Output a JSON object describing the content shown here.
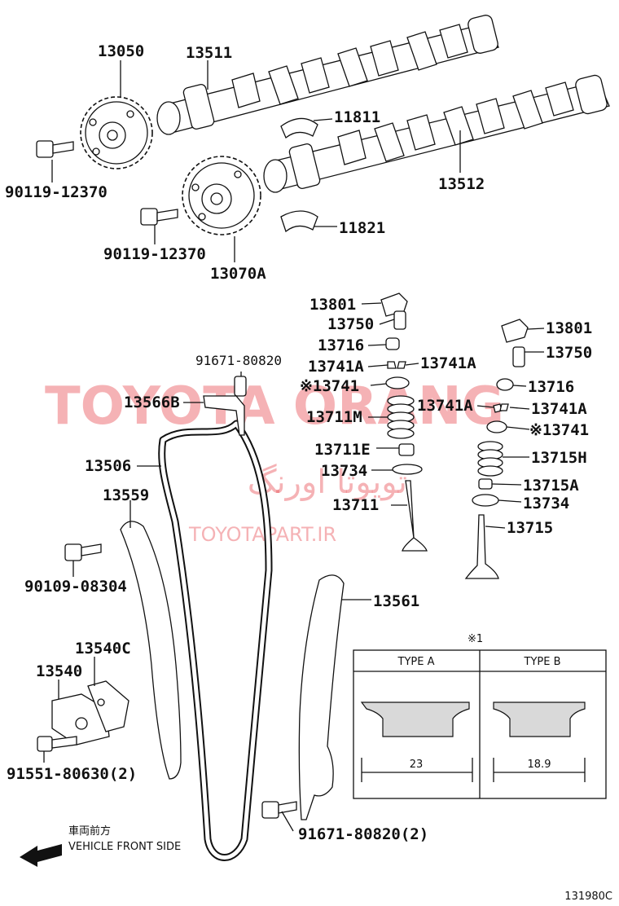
{
  "labels": {
    "p13050": "13050",
    "p13511": "13511",
    "p11811": "11811",
    "p90119a": "90119-12370",
    "p13512": "13512",
    "p90119b": "90119-12370",
    "p11821": "11821",
    "p13070a": "13070A",
    "p13801a": "13801",
    "p13750a": "13750",
    "p13716a": "13716",
    "p13741a1": "13741A",
    "p13741a2": "13741A",
    "p13741a": "※13741",
    "p13711m": "13711M",
    "p13741a3": "13741A",
    "p13741a4": "13741A",
    "p13741b": "※13741",
    "p13801b": "13801",
    "p13750b": "13750",
    "p13716b": "13716",
    "p91671a": "91671-80820",
    "p13566b": "13566B",
    "p13506": "13506",
    "p13559": "13559",
    "p13711e": "13711E",
    "p13734a": "13734",
    "p13711": "13711",
    "p13715h": "13715H",
    "p13715a": "13715A",
    "p13734b": "13734",
    "p13715": "13715",
    "p90109": "90109-08304",
    "p13561": "13561",
    "p13540c": "13540C",
    "p13540": "13540",
    "p91551": "91551-80630(2)",
    "p91671b": "91671-80820(2)"
  },
  "watermark": {
    "brand": "TOYOTA ORANG",
    "persian": "تویوتا اورنگ",
    "site": "TOYOTAPART.IR"
  },
  "type_table": {
    "note": "※1",
    "col_a": "TYPE A",
    "col_b": "TYPE B",
    "dim_a": "23",
    "dim_b": "18.9"
  },
  "direction": {
    "jp": "車両前方",
    "en": "VEHICLE FRONT SIDE"
  },
  "figure_code": "131980C"
}
